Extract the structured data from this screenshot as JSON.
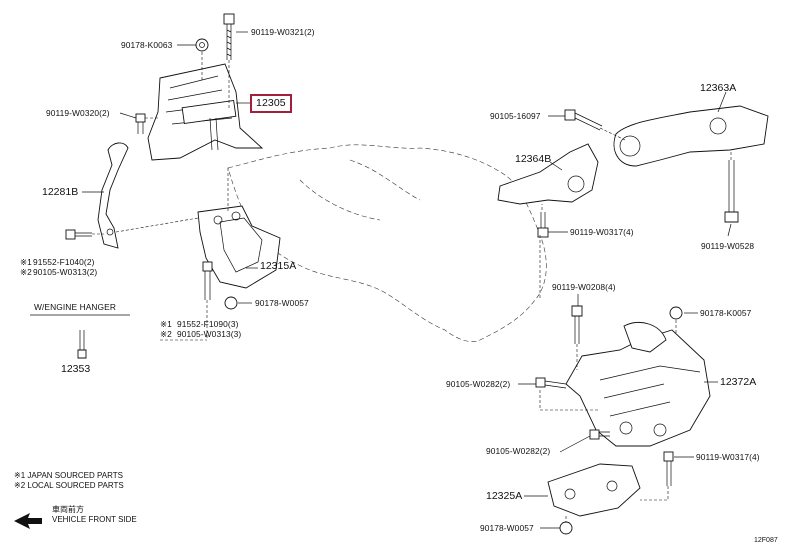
{
  "parts": {
    "p1": "90178-K0063",
    "p2": "90119-W0321(2)",
    "p3": "12305",
    "p4": "90119-W0320(2)",
    "p5": "12281B",
    "p6": "91552-F1040(2)",
    "p7": "90105-W0313(2)",
    "p8": "W/ENGINE HANGER",
    "p9": "12353",
    "p10": "12315A",
    "p11": "90178-W0057",
    "p12": "91552-F1090(3)",
    "p13": "90105-W0313(3)",
    "p14": "90105-16097",
    "p15": "12363A",
    "p16": "12364B",
    "p17": "90119-W0317(4)",
    "p18": "90119-W0528",
    "p19": "90119-W0208(4)",
    "p20": "90178-K0057",
    "p21": "90105-W0282(2)",
    "p22": "12372A",
    "p23": "90105-W0282(2)",
    "p24": "90119-W0317(4)",
    "p25": "12325A",
    "p26": "90178-W0057"
  },
  "marks": {
    "m1": "※1",
    "m2": "※2"
  },
  "notes": {
    "n1": "※1 JAPAN SOURCED PARTS",
    "n2": "※2 LOCAL SOURCED PARTS",
    "front_cn": "車両前方",
    "front": "VEHICLE FRONT SIDE",
    "ref": "12F087"
  },
  "colors": {
    "highlight": "#a31f3c"
  }
}
